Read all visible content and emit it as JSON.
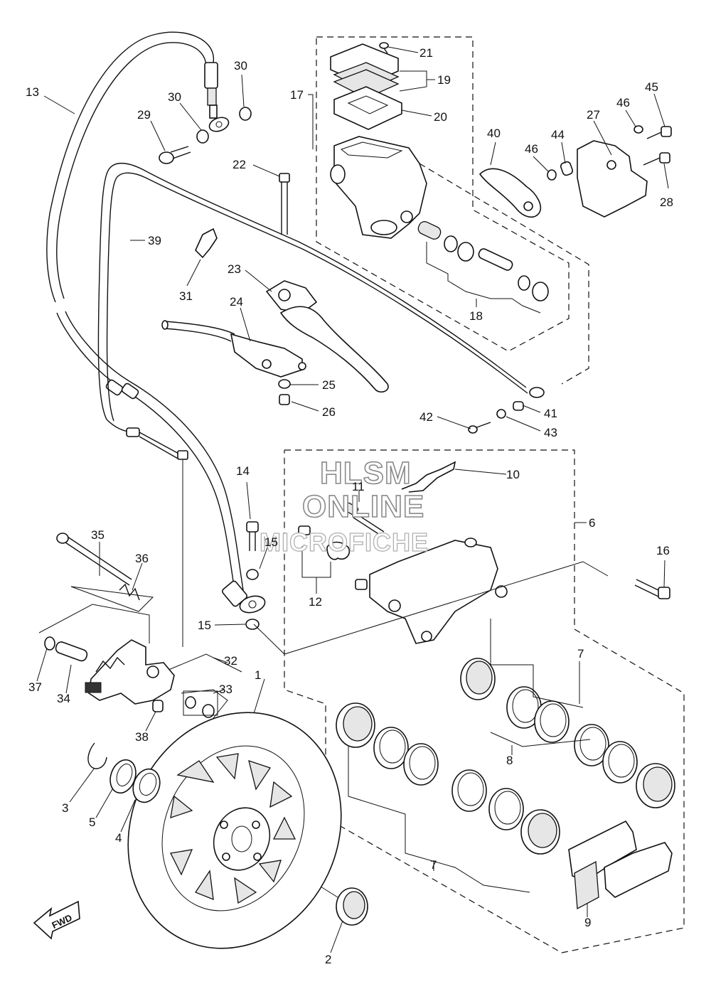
{
  "watermark": {
    "line1": "HLSM",
    "line2": "ONLINE",
    "line3": "MICROFICHE"
  },
  "direction_badge": "FWD",
  "callouts": [
    {
      "id": "c1",
      "text": "1"
    },
    {
      "id": "c2",
      "text": "2"
    },
    {
      "id": "c3",
      "text": "3"
    },
    {
      "id": "c4",
      "text": "4"
    },
    {
      "id": "c5",
      "text": "5"
    },
    {
      "id": "c6",
      "text": "6"
    },
    {
      "id": "c7a",
      "text": "7"
    },
    {
      "id": "c7b",
      "text": "7"
    },
    {
      "id": "c8",
      "text": "8"
    },
    {
      "id": "c9",
      "text": "9"
    },
    {
      "id": "c10",
      "text": "10"
    },
    {
      "id": "c11",
      "text": "11"
    },
    {
      "id": "c12",
      "text": "12"
    },
    {
      "id": "c13",
      "text": "13"
    },
    {
      "id": "c14",
      "text": "14"
    },
    {
      "id": "c15a",
      "text": "15"
    },
    {
      "id": "c15b",
      "text": "15"
    },
    {
      "id": "c16",
      "text": "16"
    },
    {
      "id": "c17",
      "text": "17"
    },
    {
      "id": "c18",
      "text": "18"
    },
    {
      "id": "c19",
      "text": "19"
    },
    {
      "id": "c20",
      "text": "20"
    },
    {
      "id": "c21",
      "text": "21"
    },
    {
      "id": "c22",
      "text": "22"
    },
    {
      "id": "c23",
      "text": "23"
    },
    {
      "id": "c24",
      "text": "24"
    },
    {
      "id": "c25",
      "text": "25"
    },
    {
      "id": "c26",
      "text": "26"
    },
    {
      "id": "c27",
      "text": "27"
    },
    {
      "id": "c28",
      "text": "28"
    },
    {
      "id": "c29",
      "text": "29"
    },
    {
      "id": "c30a",
      "text": "30"
    },
    {
      "id": "c30b",
      "text": "30"
    },
    {
      "id": "c31",
      "text": "31"
    },
    {
      "id": "c32",
      "text": "32"
    },
    {
      "id": "c33",
      "text": "33"
    },
    {
      "id": "c34",
      "text": "34"
    },
    {
      "id": "c35",
      "text": "35"
    },
    {
      "id": "c36",
      "text": "36"
    },
    {
      "id": "c37",
      "text": "37"
    },
    {
      "id": "c38",
      "text": "38"
    },
    {
      "id": "c39",
      "text": "39"
    },
    {
      "id": "c40",
      "text": "40"
    },
    {
      "id": "c41",
      "text": "41"
    },
    {
      "id": "c42",
      "text": "42"
    },
    {
      "id": "c43",
      "text": "43"
    },
    {
      "id": "c44",
      "text": "44"
    },
    {
      "id": "c45",
      "text": "45"
    },
    {
      "id": "c46a",
      "text": "46"
    },
    {
      "id": "c46b",
      "text": "46"
    }
  ]
}
